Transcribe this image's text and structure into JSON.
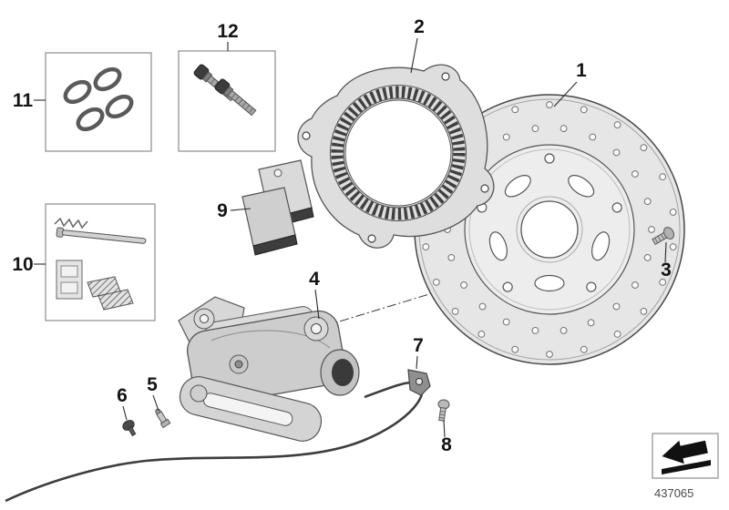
{
  "diagram": {
    "part_number": "437065",
    "callouts": [
      {
        "id": "callout-1",
        "label": "1",
        "part": "brake-disc"
      },
      {
        "id": "callout-2",
        "label": "2",
        "part": "abs-sensor-ring"
      },
      {
        "id": "callout-3",
        "label": "3",
        "part": "disc-screw"
      },
      {
        "id": "callout-4",
        "label": "4",
        "part": "brake-caliper"
      },
      {
        "id": "callout-5",
        "label": "5",
        "part": "bleed-valve"
      },
      {
        "id": "callout-6",
        "label": "6",
        "part": "banjo-screw"
      },
      {
        "id": "callout-7",
        "label": "7",
        "part": "cable-bracket"
      },
      {
        "id": "callout-8",
        "label": "8",
        "part": "bracket-screw"
      },
      {
        "id": "callout-9",
        "label": "9",
        "part": "brake-pads"
      },
      {
        "id": "callout-10",
        "label": "10",
        "part": "pad-retaining-kit"
      },
      {
        "id": "callout-11",
        "label": "11",
        "part": "seal-ring-kit"
      },
      {
        "id": "callout-12",
        "label": "12",
        "part": "bolt-kit"
      }
    ],
    "icons": {
      "direction_arrow": "direction-arrow-icon"
    }
  }
}
